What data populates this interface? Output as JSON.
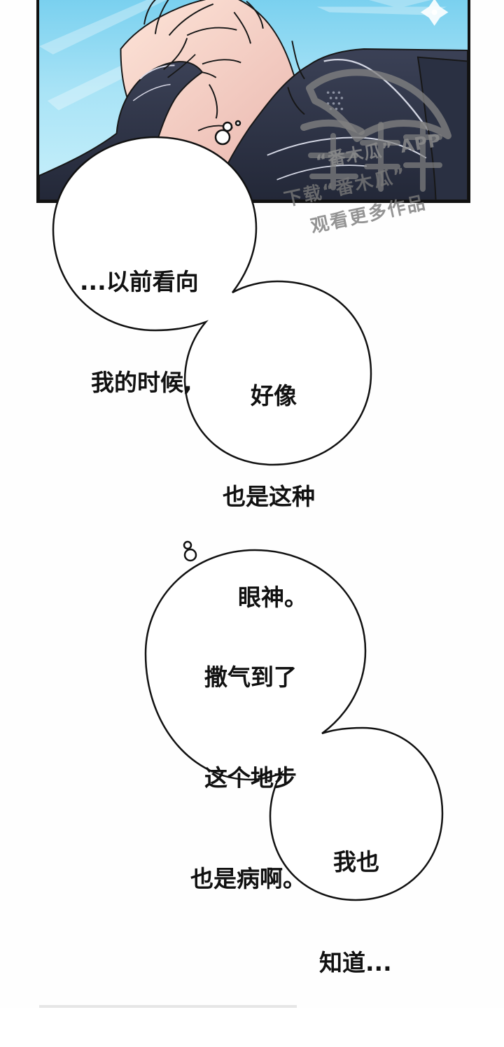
{
  "panel": {
    "kind": "comic-panel",
    "background": "#98dbf3",
    "description_colors": {
      "sky_top": "#79d0ef",
      "sky_bottom": "#c9f0fb",
      "skin": "#f5cfc3",
      "outfit": "#2f3345",
      "linework": "#171717"
    }
  },
  "watermark": {
    "brand": "“番木瓜” APP",
    "line1": "下载“番木瓜”",
    "line2": "观看更多作品"
  },
  "bubbles": [
    {
      "id": "bubble-1",
      "lines": [
        "...以前看向",
        "我的时候,"
      ]
    },
    {
      "id": "bubble-2",
      "lines": [
        "好像",
        "也是这种",
        "眼神。"
      ]
    },
    {
      "id": "bubble-3",
      "lines": [
        "撒气到了",
        "这个地步",
        "也是病啊。"
      ]
    },
    {
      "id": "bubble-4",
      "lines": [
        "我也",
        "知道..."
      ]
    }
  ]
}
